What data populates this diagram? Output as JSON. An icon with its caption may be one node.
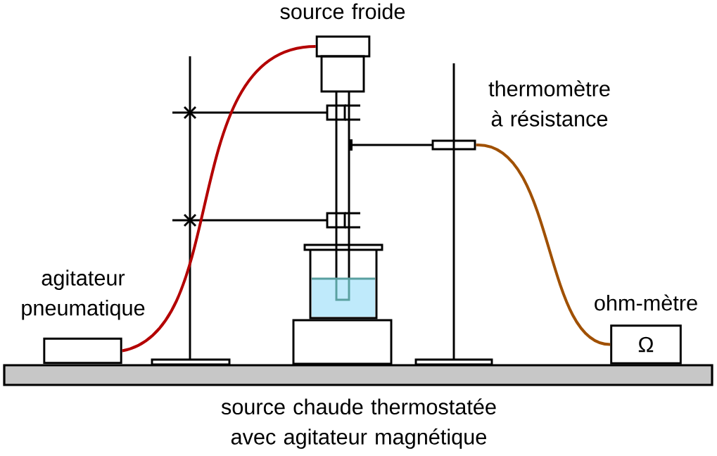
{
  "diagram": {
    "nodes": [
      {
        "text": [
          "agitateur pneumatique"
        ]
      },
      {
        "text": [
          "source froide"
        ]
      },
      {
        "text": [
          "thermomètre à résistance"
        ]
      },
      {
        "text": [
          "ohm-mètre",
          "Ω"
        ]
      }
    ],
    "edges": [
      {
        "from": 0,
        "to": 1,
        "arrow": "none",
        "color": "#b40000"
      },
      {
        "from": 2,
        "to": 3,
        "arrow": "none",
        "color": "#a05000"
      }
    ],
    "labels": [
      "source chaude thermostatée avec agitateur magnétique"
    ]
  }
}
